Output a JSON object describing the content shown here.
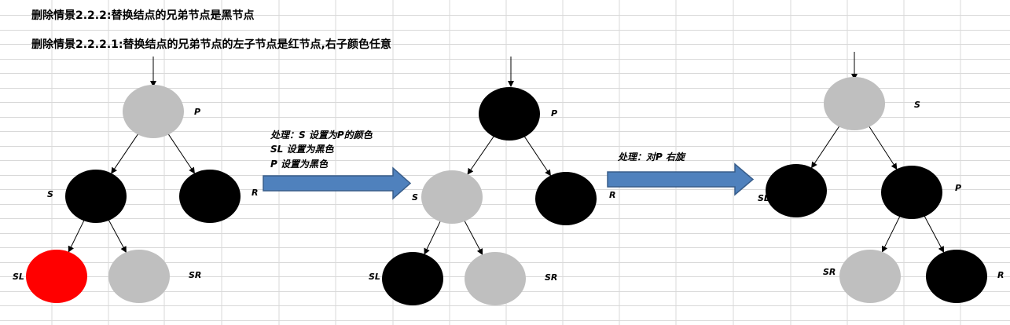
{
  "titles": {
    "line1": "删除情景2.2.2:替换结点的兄弟节点是黑节点",
    "line2": "删除情景2.2.2.1:替换结点的兄弟节点的左子节点是红节点,右子颜色任意"
  },
  "transitions": {
    "first": {
      "line1": "处理：S 设置为P的颜色",
      "line2": "SL 设置为黑色",
      "line3": "P 设置为黑色"
    },
    "second": {
      "line1": "处理：对P 右旋"
    }
  },
  "colors": {
    "grid": "#d9d9d9",
    "black": "#000000",
    "gray": "#bfbfbf",
    "red": "#ff0000",
    "arrow_fill": "#4f81bd",
    "arrow_stroke": "#385d8a"
  },
  "trees": [
    {
      "name": "before",
      "nodes": [
        {
          "id": "P",
          "label": "P",
          "color": "gray"
        },
        {
          "id": "S",
          "label": "S",
          "color": "black"
        },
        {
          "id": "R",
          "label": "R",
          "color": "black"
        },
        {
          "id": "SL",
          "label": "SL",
          "color": "red"
        },
        {
          "id": "SR",
          "label": "SR",
          "color": "gray"
        }
      ]
    },
    {
      "name": "recolored",
      "nodes": [
        {
          "id": "P",
          "label": "P",
          "color": "black"
        },
        {
          "id": "S",
          "label": "S",
          "color": "gray"
        },
        {
          "id": "R",
          "label": "R",
          "color": "black"
        },
        {
          "id": "SL",
          "label": "SL",
          "color": "black"
        },
        {
          "id": "SR",
          "label": "SR",
          "color": "gray"
        }
      ]
    },
    {
      "name": "rotated",
      "nodes": [
        {
          "id": "S",
          "label": "S",
          "color": "gray"
        },
        {
          "id": "SL",
          "label": "SL",
          "color": "black"
        },
        {
          "id": "P",
          "label": "P",
          "color": "black"
        },
        {
          "id": "SR",
          "label": "SR",
          "color": "gray"
        },
        {
          "id": "R",
          "label": "R",
          "color": "black"
        }
      ]
    }
  ]
}
